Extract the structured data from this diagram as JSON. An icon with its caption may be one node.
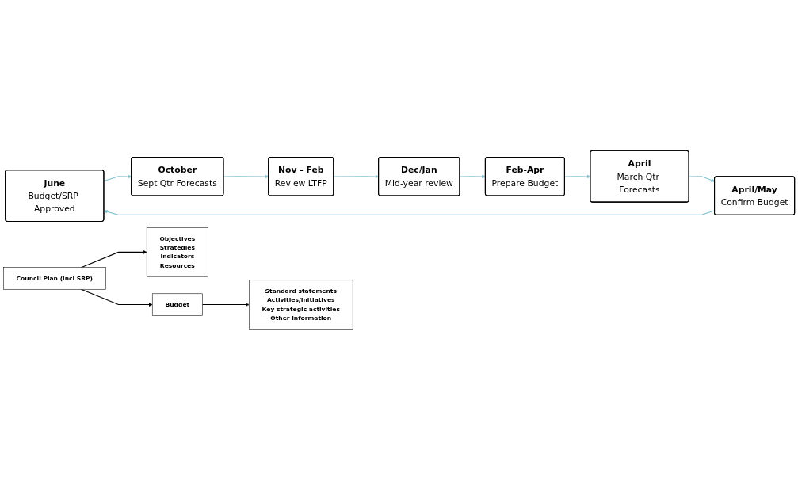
{
  "diagram": {
    "nodes": [
      {
        "text": [
          "June",
          "Budget/SRP Approved"
        ]
      },
      {
        "text": [
          "October",
          "Sept Qtr Forecasts"
        ]
      },
      {
        "text": [
          "Nov - Feb",
          "Review LTFP"
        ]
      },
      {
        "text": [
          "Dec/Jan",
          "Mid-year review"
        ]
      },
      {
        "text": [
          "Feb-Apr",
          "Prepare Budget"
        ]
      },
      {
        "text": [
          "April",
          "March Qtr Forecasts"
        ]
      },
      {
        "text": [
          "April/May",
          "Confirm Budget"
        ]
      },
      {
        "text": [
          "Council Plan (incl SRP)"
        ]
      },
      {
        "text": [
          "Objectives",
          "Strategies",
          "Indicators",
          "Resources"
        ]
      },
      {
        "text": [
          "Budget"
        ]
      },
      {
        "text": [
          "Standard statements",
          "Activities/Initiatives",
          "Key strategic activities",
          "Other information"
        ]
      }
    ],
    "edges": [
      {
        "from": 6,
        "to": 0,
        "arrow": "to"
      },
      {
        "from": 0,
        "to": 1,
        "arrow": "to"
      },
      {
        "from": 1,
        "to": 2,
        "arrow": "to"
      },
      {
        "from": 2,
        "to": 3,
        "arrow": "to"
      },
      {
        "from": 3,
        "to": 4,
        "arrow": "to"
      },
      {
        "from": 4,
        "to": 5,
        "arrow": "to"
      },
      {
        "from": 5,
        "to": 6,
        "arrow": "to"
      },
      {
        "from": 7,
        "to": 8,
        "arrow": "to",
        "color": "#000000"
      },
      {
        "from": 7,
        "to": 9,
        "arrow": "to",
        "color": "#000000"
      },
      {
        "from": 9,
        "to": 10,
        "arrow": "to",
        "color": "#000000"
      }
    ]
  }
}
